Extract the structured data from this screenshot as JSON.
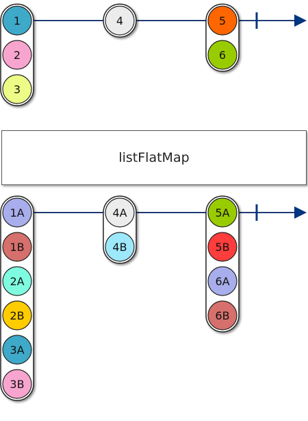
{
  "operator": {
    "label": "listFlatMap"
  },
  "input_stream": {
    "groups": [
      {
        "items": [
          {
            "label": "1",
            "color": "#3fa9c9"
          },
          {
            "label": "2",
            "color": "#f7a5cf"
          },
          {
            "label": "3",
            "color": "#ecfc86"
          }
        ]
      },
      {
        "items": [
          {
            "label": "4",
            "color": "#ececec"
          }
        ]
      },
      {
        "items": [
          {
            "label": "5",
            "color": "#ff6600"
          },
          {
            "label": "6",
            "color": "#99cc00"
          }
        ]
      }
    ]
  },
  "output_stream": {
    "groups": [
      {
        "items": [
          {
            "label": "1A",
            "color": "#a8aeec"
          },
          {
            "label": "1B",
            "color": "#d6706c"
          },
          {
            "label": "2A",
            "color": "#7ffce0"
          },
          {
            "label": "2B",
            "color": "#ffcc00"
          },
          {
            "label": "3A",
            "color": "#3fa9c9"
          },
          {
            "label": "3B",
            "color": "#f7a5cf"
          }
        ]
      },
      {
        "items": [
          {
            "label": "4A",
            "color": "#ececec"
          },
          {
            "label": "4B",
            "color": "#9ee8fc"
          }
        ]
      },
      {
        "items": [
          {
            "label": "5A",
            "color": "#99cc00"
          },
          {
            "label": "5B",
            "color": "#ff3d3d"
          },
          {
            "label": "6A",
            "color": "#a8aeec"
          },
          {
            "label": "6B",
            "color": "#d6706c"
          }
        ]
      }
    ]
  },
  "colors": {
    "line": "#1f3b73",
    "arrow": "#003580",
    "outline": "#222222"
  }
}
